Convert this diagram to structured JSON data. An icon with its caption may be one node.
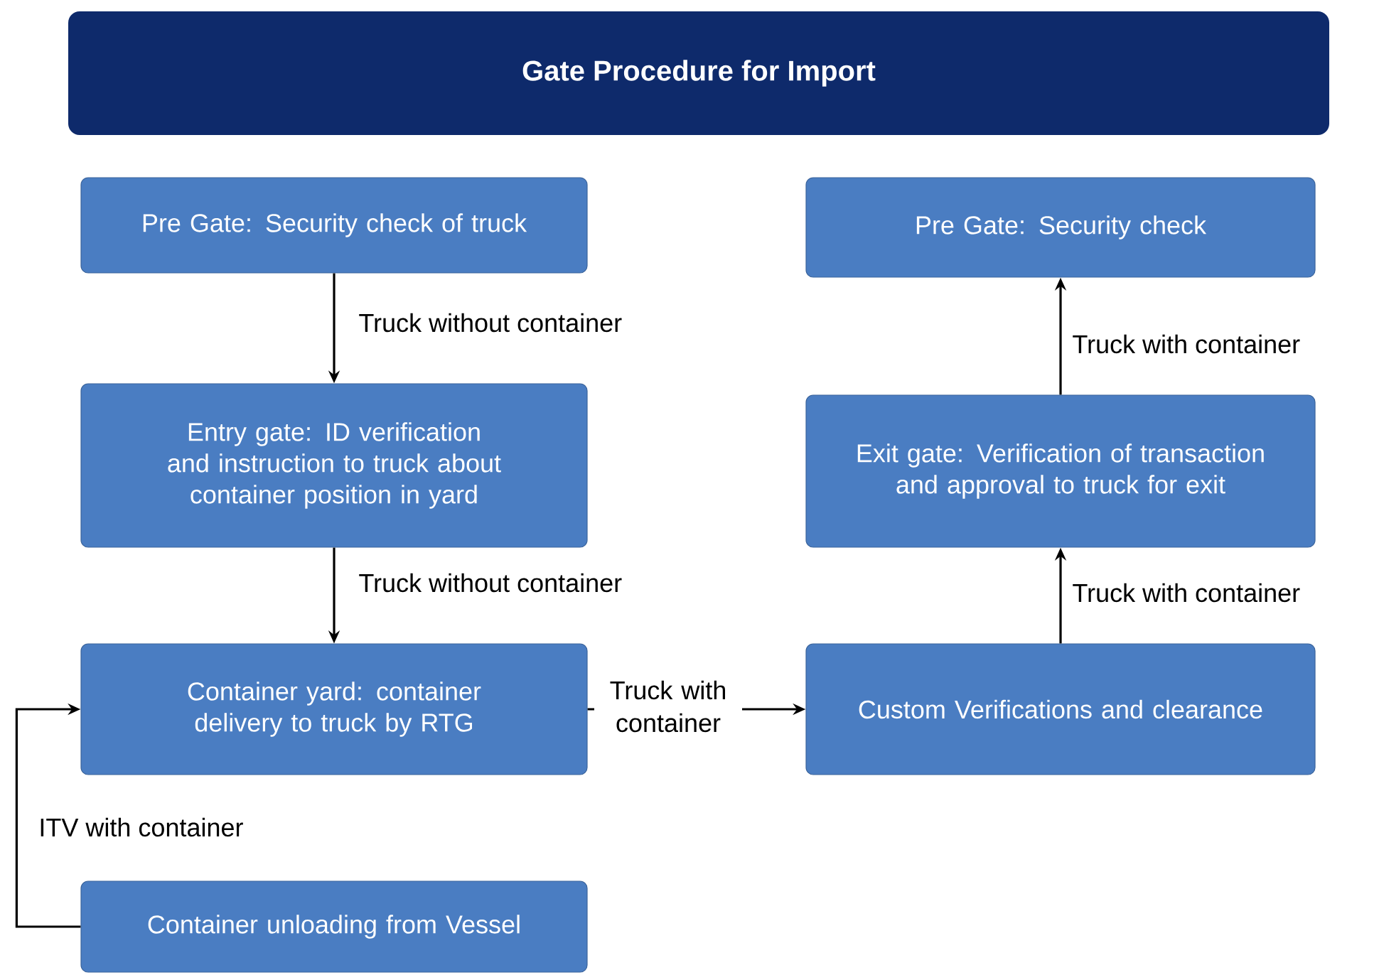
{
  "diagram": {
    "title": "Gate Procedure for Import",
    "nodes": [
      {
        "text": [
          "Pre Gate: Security check of truck"
        ]
      },
      {
        "text": [
          "Entry gate: ID verification and instruction to truck about container position in yard"
        ]
      },
      {
        "text": [
          "Container yard: container delivery to truck by RTG"
        ]
      },
      {
        "text": [
          "Container unloading from Vessel"
        ]
      },
      {
        "text": [
          "Custom Verifications and clearance"
        ]
      },
      {
        "text": [
          "Exit gate: Verification of transaction and approval to truck for exit"
        ]
      },
      {
        "text": [
          "Pre Gate: Security check"
        ]
      }
    ],
    "edges": [
      {
        "from": 0,
        "to": 1,
        "arrow": "to",
        "label": "Truck without container"
      },
      {
        "from": 1,
        "to": 2,
        "arrow": "to",
        "label": "Truck without container"
      },
      {
        "from": 3,
        "to": 2,
        "arrow": "to",
        "label": "ITV with container"
      },
      {
        "from": 2,
        "to": 4,
        "arrow": "to",
        "label": "Truck with container"
      },
      {
        "from": 4,
        "to": 5,
        "arrow": "to",
        "label": "Truck with container"
      },
      {
        "from": 5,
        "to": 6,
        "arrow": "to",
        "label": "Truck with container"
      }
    ]
  }
}
